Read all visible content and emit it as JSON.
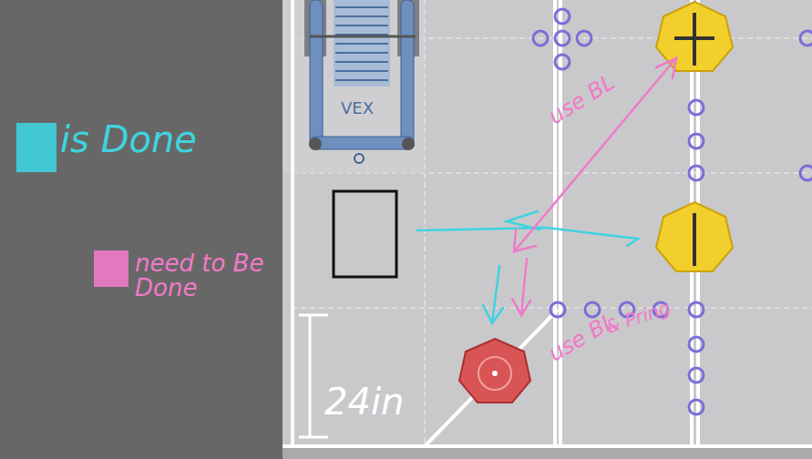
{
  "diagram": {
    "labels": [
      "VEX",
      "use BL",
      "use BL",
      "& Pring",
      "24in"
    ],
    "legend": [
      {
        "text": "is Done",
        "color": "#3fd3df"
      },
      {
        "text": "need to Be Done",
        "color": "#f07ac8"
      }
    ]
  }
}
